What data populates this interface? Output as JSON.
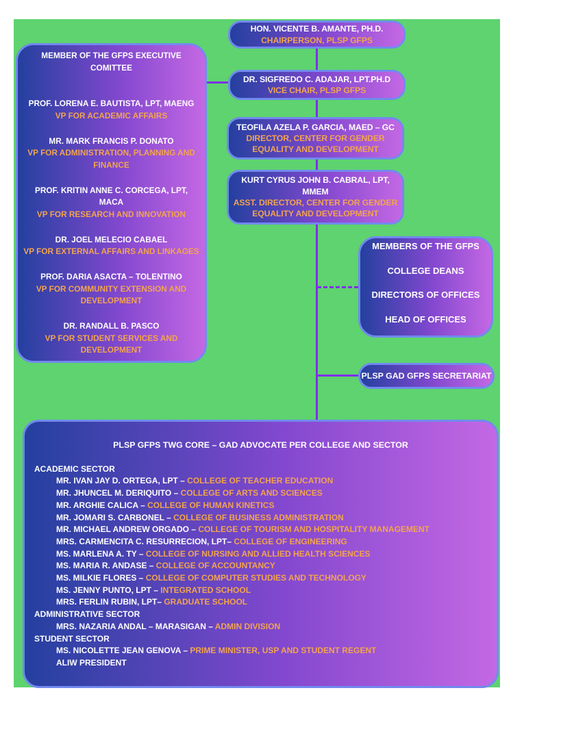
{
  "colors": {
    "background": "#ffffff",
    "board_green": "#5ed36f",
    "node_blue": "#24409f",
    "node_purple": "#c468e4",
    "border_blue": "#7289ef",
    "connector_purple": "#7e2fe8",
    "accent_orange": "#f2a44e"
  },
  "top_chain": [
    {
      "name": "HON. VICENTE B. AMANTE, PH.D.",
      "title": "CHAIRPERSON, PLSP GFPS"
    },
    {
      "name": "DR. SIGFREDO C. ADAJAR, LPT.PH.D",
      "title": "VICE CHAIR, PLSP GFPS"
    },
    {
      "name": "TEOFILA AZELA P. GARCIA, MAED – GC",
      "title": "DIRECTOR, CENTER FOR GENDER EQUALITY AND DEVELOPMENT"
    },
    {
      "name": "KURT CYRUS JOHN B. CABRAL, LPT, MMEM",
      "title": "ASST. DIRECTOR, CENTER FOR GENDER EQUALITY AND DEVELOPMENT"
    }
  ],
  "executive_committee": {
    "heading": "MEMBER OF THE GFPS EXECUTIVE COMITTEE",
    "members": [
      {
        "name": "PROF. LORENA E. BAUTISTA, LPT, MAENG",
        "title": "VP FOR ACADEMIC AFFAIRS"
      },
      {
        "name": "MR. MARK FRANCIS P. DONATO",
        "title": "VP FOR ADMINISTRATION, PLANNING AND FINANCE"
      },
      {
        "name": "PROF. KRITIN ANNE C. CORCEGA, LPT, MACA",
        "title": "VP FOR RESEARCH AND INNOVATION"
      },
      {
        "name": "DR. JOEL MELECIO CABAEL",
        "title": "VP FOR EXTERNAL AFFAIRS AND LINKAGES"
      },
      {
        "name": "PROF. DARIA ASACTA – TOLENTINO",
        "title": "VP FOR COMMUNITY EXTENSION AND DEVELOPMENT"
      },
      {
        "name": "DR. RANDALL B. PASCO",
        "title": "VP FOR STUDENT SERVICES AND DEVELOPMENT"
      }
    ]
  },
  "members_box": {
    "lines": [
      "MEMBERS OF THE GFPS",
      "COLLEGE DEANS",
      "DIRECTORS OF OFFICES",
      "HEAD OF OFFICES"
    ]
  },
  "secretariat_box": {
    "label": "PLSP GAD GFPS SECRETARIAT"
  },
  "twg": {
    "title": "PLSP GFPS TWG CORE – GAD ADVOCATE PER COLLEGE AND SECTOR",
    "sections": [
      {
        "heading": "ACADEMIC SECTOR",
        "entries": [
          {
            "name": "MR. IVAN JAY D. ORTEGA, LPT – ",
            "role": "COLLEGE OF TEACHER EDUCATION"
          },
          {
            "name": "MR. JHUNCEL M. DERIQUITO – ",
            "role": "COLLEGE OF ARTS AND SCIENCES"
          },
          {
            "name": "MR. ARGHIE CALICA – ",
            "role": "COLLEGE OF HUMAN KINETICS"
          },
          {
            "name": "MR. JOMARI S. CARBONEL – ",
            "role": "COLLEGE OF BUSINESS ADMINISTRATION"
          },
          {
            "name": "MR. MICHAEL ANDREW ORGADO – ",
            "role": "COLLEGE OF TOURISM AND HOSPITALITY MANAGEMENT"
          },
          {
            "name": "MRS. CARMENCITA C. RESURRECION, LPT– ",
            "role": "COLLEGE OF ENGINEERING"
          },
          {
            "name": "MS. MARLENA A. TY – ",
            "role": "COLLEGE OF NURSING AND ALLIED HEALTH SCIENCES"
          },
          {
            "name": "MS. MARIA R. ANDASE – ",
            "role": "COLLEGE OF ACCOUNTANCY"
          },
          {
            "name": "MS. MILKIE FLORES – ",
            "role": "COLLEGE OF COMPUTER STUDIES AND TECHNOLOGY"
          },
          {
            "name": "MS. JENNY PUNTO, LPT – ",
            "role": "INTEGRATED SCHOOL"
          },
          {
            "name": "MRS. FERLIN RUBIN, LPT– ",
            "role": "GRADUATE SCHOOL"
          }
        ]
      },
      {
        "heading": "ADMINISTRATIVE SECTOR",
        "entries": [
          {
            "name": "MRS. NAZARIA ANDAL – MARASIGAN – ",
            "role": "ADMIN DIVISION"
          }
        ]
      },
      {
        "heading": "STUDENT SECTOR",
        "entries": [
          {
            "name": "MS. NICOLETTE JEAN GENOVA – ",
            "role": "PRIME MINISTER, USP AND STUDENT REGENT"
          },
          {
            "name": "ALIW PRESIDENT",
            "role": ""
          }
        ]
      }
    ]
  }
}
